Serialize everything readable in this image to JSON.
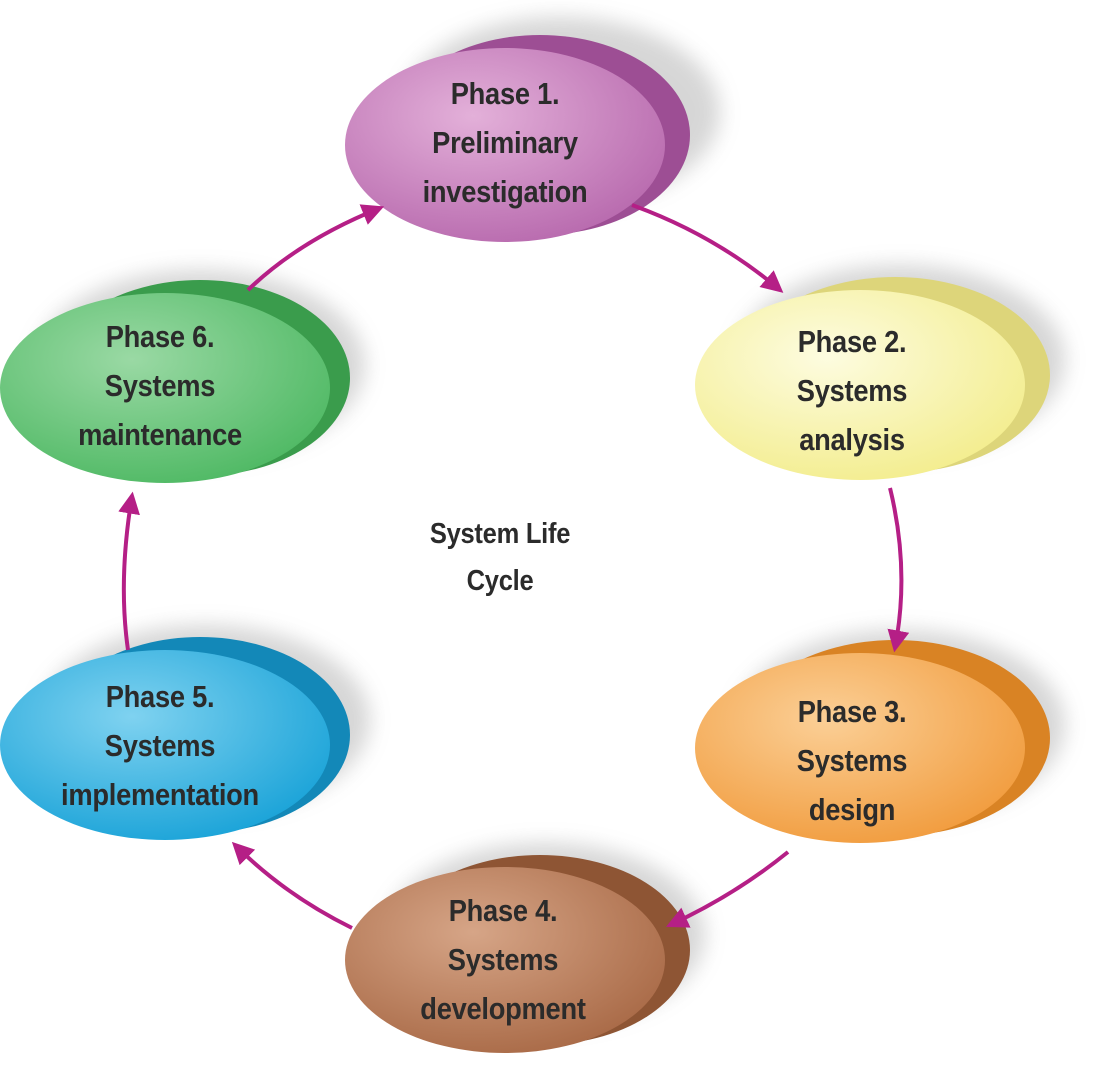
{
  "title": "System Life Cycle",
  "title_lines": [
    "System Life",
    "Cycle"
  ],
  "phases": [
    {
      "lines": [
        "Phase 1.",
        "Preliminary",
        "investigation"
      ],
      "color": "#c77fbf"
    },
    {
      "lines": [
        "Phase 2.",
        "Systems",
        "analysis"
      ],
      "color": "#f7f3a6"
    },
    {
      "lines": [
        "Phase 3.",
        "Systems",
        "design"
      ],
      "color": "#f5ab57"
    },
    {
      "lines": [
        "Phase 4.",
        "Systems",
        "development"
      ],
      "color": "#bb7d5a"
    },
    {
      "lines": [
        "Phase 5.",
        "Systems",
        "implementation"
      ],
      "color": "#34b4e2"
    },
    {
      "lines": [
        "Phase 6.",
        "Systems",
        "maintenance"
      ],
      "color": "#67c67a"
    }
  ],
  "arrow_color": "#b51f86"
}
